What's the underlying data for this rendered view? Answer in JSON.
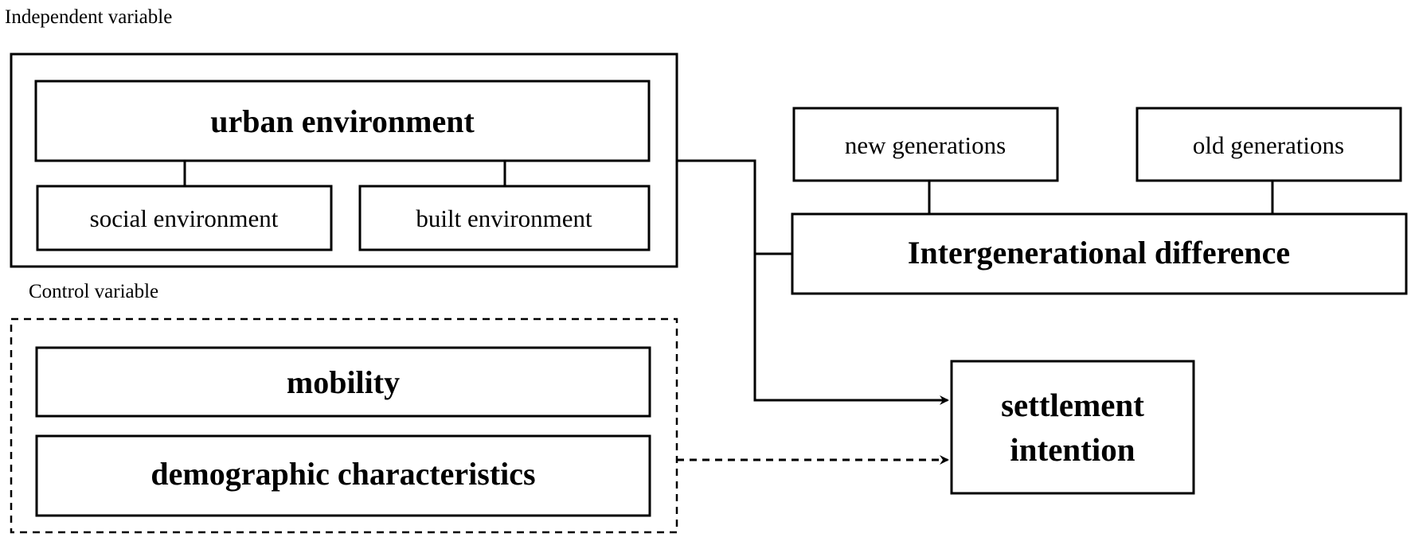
{
  "labels": {
    "independent_variable": "Independent variable",
    "control_variable": "Control variable"
  },
  "boxes": {
    "urban_environment": "urban environment",
    "social_environment": "social environment",
    "built_environment": "built environment",
    "new_generations": "new generations",
    "old_generations": "old generations",
    "intergenerational_difference": "Intergenerational difference",
    "mobility": "mobility",
    "demographic_characteristics": "demographic characteristics",
    "settlement_intention_line1": "settlement",
    "settlement_intention_line2": "intention"
  },
  "colors": {
    "stroke": "#000000",
    "background": "#ffffff"
  }
}
